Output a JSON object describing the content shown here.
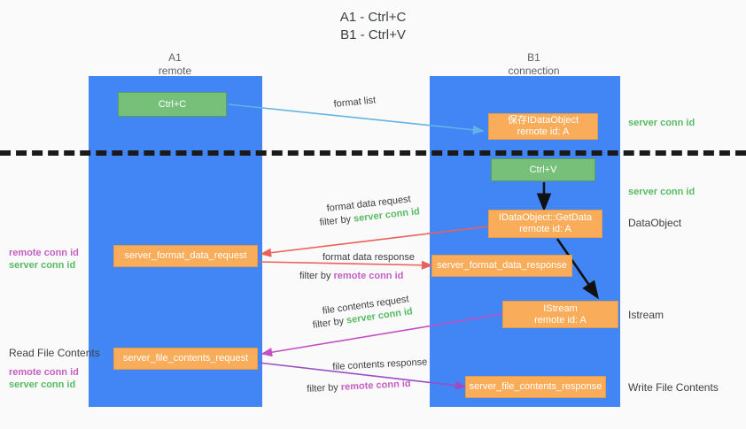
{
  "title": {
    "line1": "A1 - Ctrl+C",
    "line2": "B1 - Ctrl+V"
  },
  "columns": [
    {
      "name": "A1",
      "role": "remote"
    },
    {
      "name": "B1",
      "role": "connection"
    }
  ],
  "boxes": {
    "ctrl_c": {
      "label": "Ctrl+C"
    },
    "ctrl_v": {
      "label": "Ctrl+V"
    },
    "save_idataobject": {
      "line1": "保存IDataObject",
      "line2": "remote id: A"
    },
    "getdata": {
      "line1": "IDataObject::GetData",
      "line2": "remote id: A"
    },
    "istream": {
      "line1": "IStream",
      "line2": "remote id: A"
    },
    "server_format_data_request": {
      "label": "server_format_data_request"
    },
    "server_format_data_response": {
      "label": "server_format_data_response"
    },
    "server_file_contents_request": {
      "label": "server_file_contents_request"
    },
    "server_file_contents_response": {
      "label": "server_file_contents_response"
    }
  },
  "captions": {
    "format_list": "format list",
    "format_data_request": "format data request",
    "format_data_request_filter_prefix": "filter by ",
    "format_data_request_filter_value": "server conn id",
    "format_data_response": "format data response",
    "format_data_response_filter_prefix": "filter by ",
    "format_data_response_filter_value": "remote conn id",
    "file_contents_request": "file contents request",
    "file_contents_request_filter_prefix": "filter by ",
    "file_contents_request_filter_value": "server conn id",
    "file_contents_response": "file contents response",
    "file_contents_response_filter_prefix": "filter by ",
    "file_contents_response_filter_value": "remote conn id"
  },
  "right_annotations": {
    "server_conn_id_top": "server conn id",
    "server_conn_id_mid": "server conn id",
    "dataobject": "DataObject",
    "istream": "Istream",
    "write_file_contents": "Write File Contents"
  },
  "left_annotations": {
    "remote_conn_id_top": "remote conn id",
    "server_conn_id_top": "server conn id",
    "read_file_contents": "Read File Contents",
    "remote_conn_id_bottom": "remote conn id",
    "server_conn_id_bottom": "server conn id"
  },
  "colors": {
    "lane": "#4285f4",
    "green_box": "#76c07a",
    "orange_box": "#f9ac5a",
    "green_text": "#57bb63",
    "purple_text": "#c45ec4",
    "arrow_blue": "#63b3e8",
    "arrow_red": "#e8625a",
    "arrow_magenta": "#c44ec4",
    "arrow_purple": "#9b4dc4",
    "arrow_black": "#111111",
    "background": "#fafafa"
  }
}
